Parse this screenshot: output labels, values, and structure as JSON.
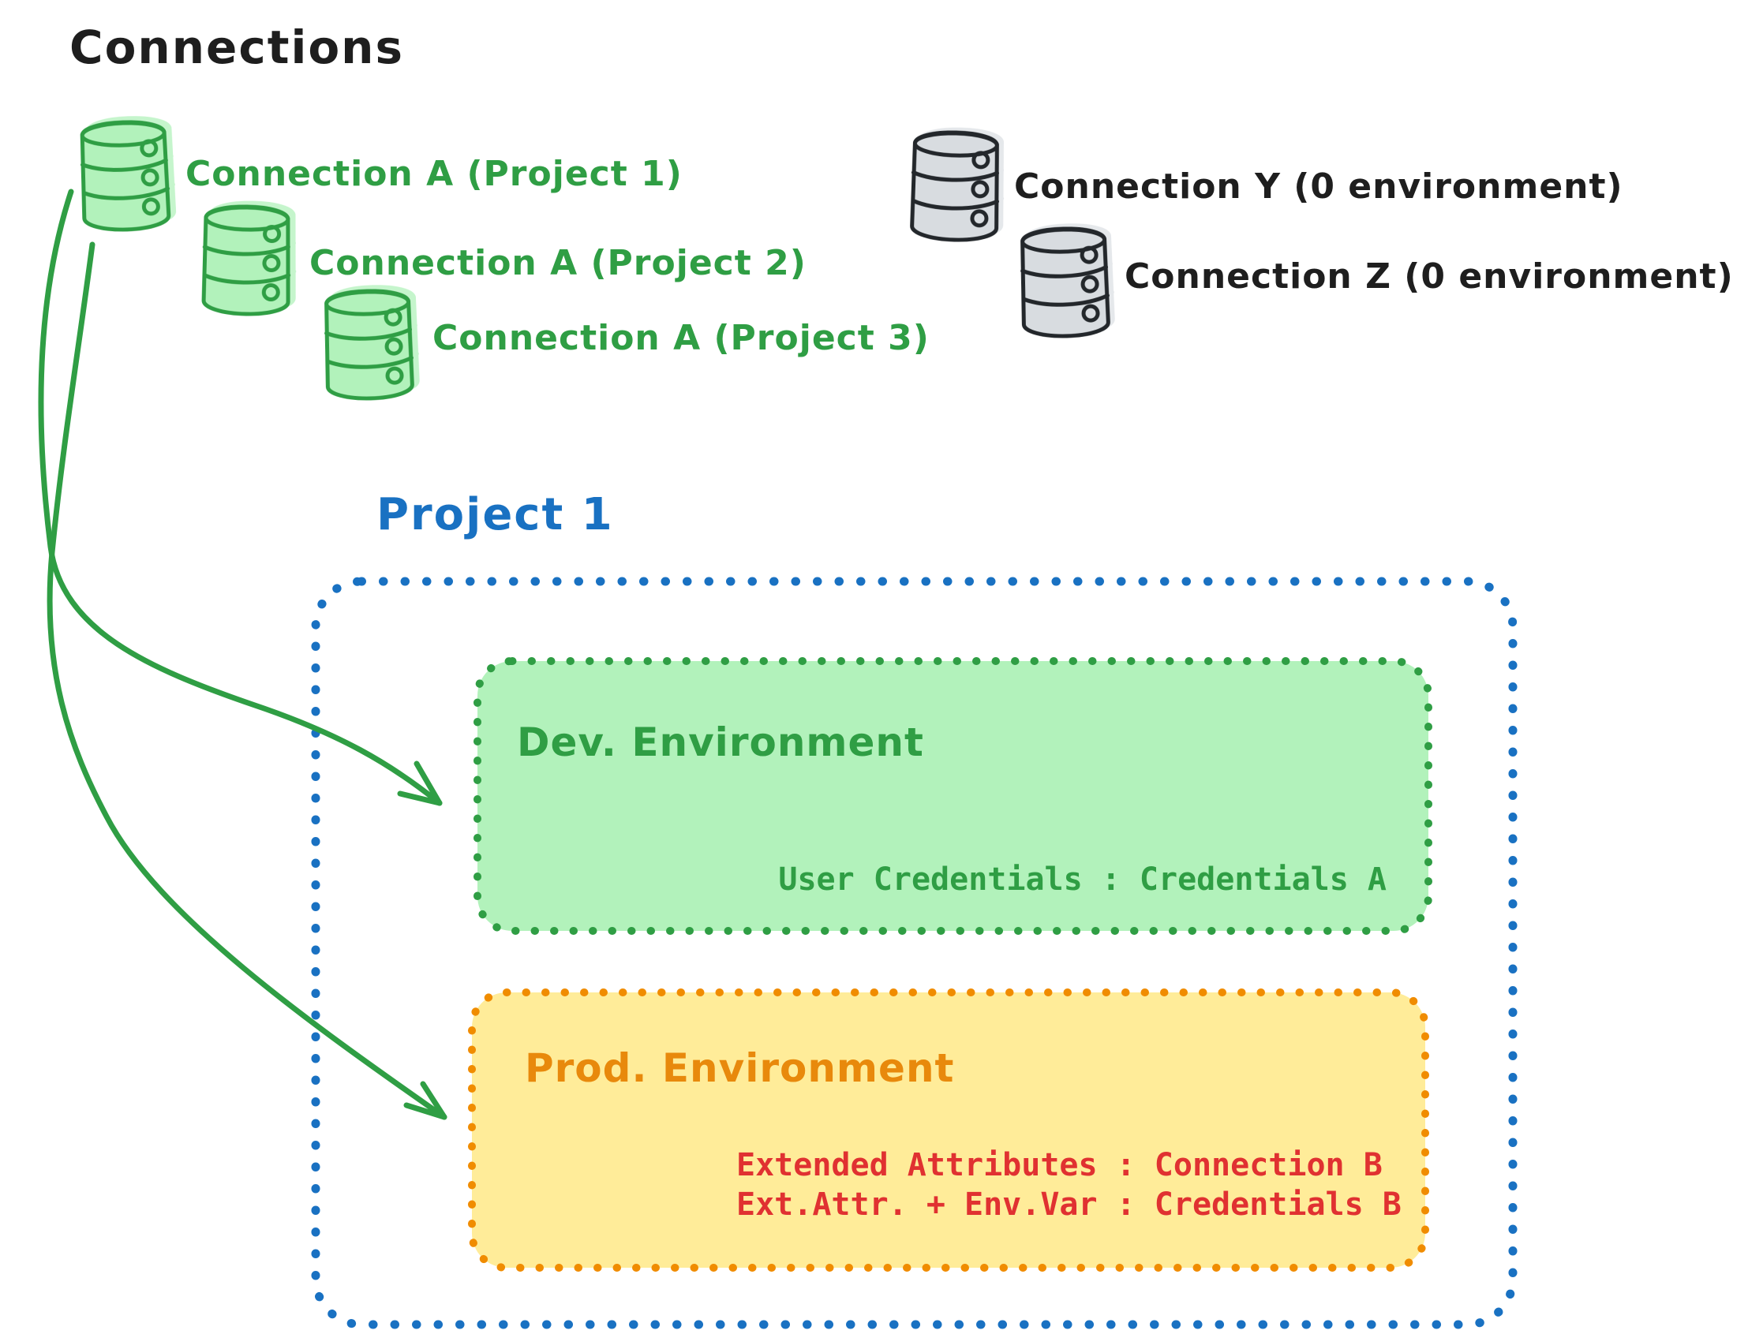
{
  "title": "Connections",
  "green_connections": {
    "icon": "database-icon",
    "stroke_color": "#2f9e44",
    "fill_color": "#b2f2bb",
    "items": [
      {
        "label": "Connection A (Project 1)"
      },
      {
        "label": "Connection A (Project 2)"
      },
      {
        "label": "Connection A (Project 3)"
      }
    ]
  },
  "unassigned_connections": {
    "icon": "database-icon",
    "stroke_color": "#1e1e1e",
    "fill_color": "#d8dce0",
    "items": [
      {
        "label": "Connection Y (0 environment)"
      },
      {
        "label": "Connection Z (0 environment)"
      }
    ]
  },
  "project": {
    "title": "Project 1",
    "border_color": "#1971c2",
    "environments": [
      {
        "name": "Dev. Environment",
        "fill_color": "#b2f2bb",
        "border_color": "#2f9e44",
        "title_color": "#2f9e44",
        "credentials_color": "#2f9e44",
        "credentials": [
          "User Credentials : Credentials A"
        ]
      },
      {
        "name": "Prod. Environment",
        "fill_color": "#ffec99",
        "border_color": "#f08c00",
        "title_color": "#e8890c",
        "credentials_color": "#e03131",
        "credentials": [
          "Extended Attributes : Connection B",
          "Ext.Attr. + Env.Var : Credentials B"
        ]
      }
    ]
  },
  "arrows": {
    "color": "#2f9e44",
    "items": [
      {
        "name": "connection-a-to-dev-environment"
      },
      {
        "name": "connection-a-to-prod-environment"
      }
    ]
  },
  "background_color": "#ffffff",
  "text_color": "#1e1e1e"
}
